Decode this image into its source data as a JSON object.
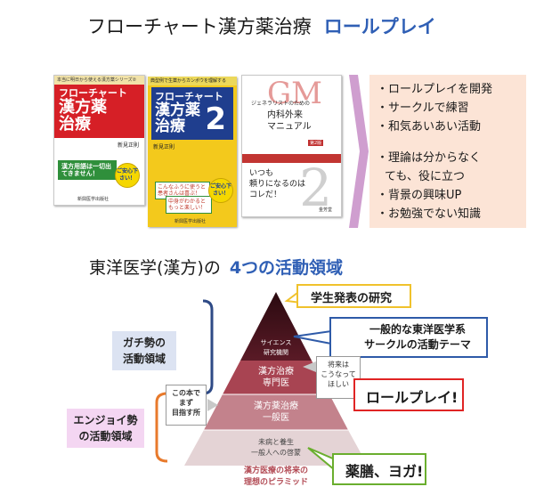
{
  "header": {
    "title": "フローチャート漢方薬治療",
    "title_accent": "ロールプレイ"
  },
  "books": {
    "book1": {
      "series": "本当に明日から使える漢方薬シリーズ②",
      "title_line1": "フローチャート",
      "title_line2": "漢方薬",
      "title_line3": "治療",
      "author": "新見正則",
      "green_box": "漢方用語は一切出てきません！",
      "burst": "ご安心下さい！",
      "publisher": "新興医学出版社"
    },
    "book2": {
      "series": "典型例で生薬からカンポウを理解する",
      "title_line1": "フローチャート",
      "title_line2": "漢方薬",
      "title_line3": "治療",
      "number": "2",
      "author": "新見正則",
      "note1": "こんなふうに使うと患者さんは喜ぶ！",
      "note2": "中身がわかるともっと楽しい！",
      "burst": "ご安心下さい！",
      "publisher": "新興医学出版社"
    },
    "book3": {
      "logo": "GM",
      "subtitle": "ジェネラリストのための",
      "title_line1": "内科外来",
      "title_line2": "マニュアル",
      "edition": "第2版",
      "body_line1": "いつも",
      "body_line2": "頼りになるのは",
      "body_line3": "コレだ！",
      "number": "2",
      "publisher": "金芳堂"
    }
  },
  "notes": {
    "items": [
      "・ロールプレイを開発",
      "・サークルで練習",
      "・和気あいあい活動"
    ],
    "items2": [
      "・理論は分からなく",
      "ても、役に立つ",
      "・背景の興味UP",
      "・お勉強でない知識"
    ]
  },
  "section2": {
    "title": "東洋医学(漢方)の",
    "title_accent": "4つの活動領域"
  },
  "pyramid": {
    "tier1_line1": "サイエンス",
    "tier1_line2": "研究機関",
    "tier2_line1": "漢方治療",
    "tier2_line2": "専門医",
    "tier3_line1": "漢方薬治療",
    "tier3_line2": "一般医",
    "tier4_line1": "未病と養生",
    "tier4_line2": "一般人への啓蒙",
    "caption_line1": "漢方医療の将来の",
    "caption_line2": "理想のピラミッド",
    "colors": {
      "tier1": "#5a1522",
      "tier2": "#a84452",
      "tier3": "#c3828c",
      "tier4": "#e4d3d5"
    }
  },
  "callouts": {
    "yellow": "学生発表の研究",
    "blue_line1": "一般的な東洋医学系",
    "blue_line2": "サークルの活動テーマ",
    "gray_right_line1": "将来は",
    "gray_right_line2": "こうなって",
    "gray_right_line3": "ほしい",
    "red": "ロールプレイ!",
    "green": "薬膳、ヨガ!",
    "gray_left_line1": "この本で",
    "gray_left_line2": "まず",
    "gray_left_line3": "目指す所"
  },
  "labels": {
    "blue_line1": "ガチ勢の",
    "blue_line2": "活動領域",
    "pink_line1": "エンジョイ勢",
    "pink_line2": "の活動領域"
  }
}
